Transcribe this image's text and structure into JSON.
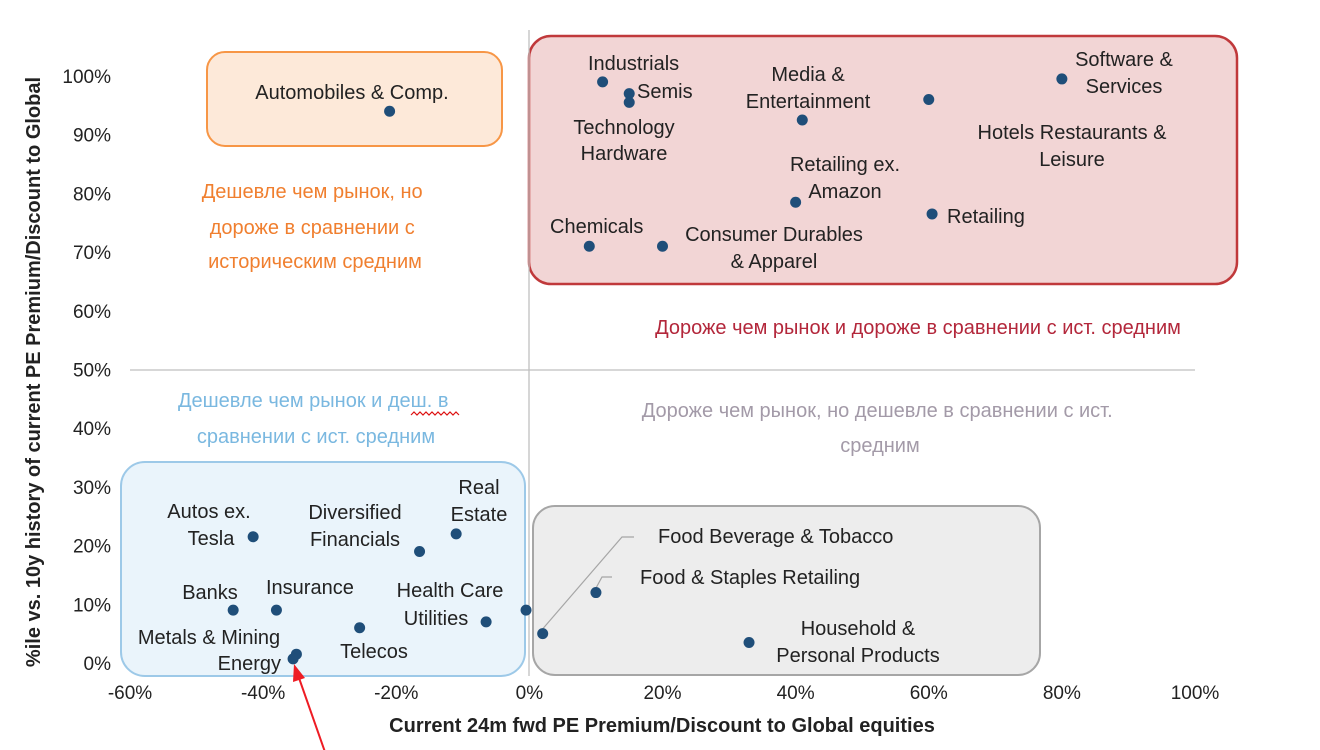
{
  "colors": {
    "point": "#1f4e79",
    "divider": "#bfbfbf",
    "orange_box_fill": "#fde9d9",
    "orange_box_stroke": "#f79646",
    "orange_text": "#f07f2f",
    "red_box_fill": "#f2d5d5",
    "red_box_stroke": "#c0393b",
    "red_text": "#b3273b",
    "blue_box_fill": "#eaf4fb",
    "blue_box_stroke": "#9dc9e8",
    "blue_text": "#7ab8e0",
    "grey_box_fill": "#ededed",
    "grey_box_stroke": "#a6a6a6",
    "grey_text": "#a39aa8",
    "arrow": "#ee1c24"
  },
  "chart_data": {
    "type": "scatter",
    "xlabel": "Current 24m fwd PE Premium/Discount to Global equities",
    "ylabel": "%ile vs. 10y history of current PE Premium/Discount to Global",
    "xlim": [
      -60,
      100
    ],
    "ylim": [
      0,
      100
    ],
    "x_divider": 0,
    "y_divider": 50,
    "xticks": [
      "-60%",
      "-40%",
      "-20%",
      "0%",
      "20%",
      "40%",
      "60%",
      "80%",
      "100%"
    ],
    "yticks": [
      "0%",
      "10%",
      "20%",
      "30%",
      "40%",
      "50%",
      "60%",
      "70%",
      "80%",
      "90%",
      "100%"
    ],
    "grid": false,
    "points": [
      {
        "label": "Automobiles & Comp.",
        "x": -21,
        "y": 94
      },
      {
        "label": "Industrials",
        "x": 11,
        "y": 99
      },
      {
        "label": "Semis",
        "x": 15,
        "y": 97
      },
      {
        "label": "Technology Hardware",
        "x": 15,
        "y": 95.5
      },
      {
        "label": "Media & Entertainment",
        "x": 41,
        "y": 92.5
      },
      {
        "label": "Software & Services",
        "x": 80,
        "y": 99.5
      },
      {
        "label": "Hotels Restaurants & Leisure",
        "x": 60,
        "y": 96
      },
      {
        "label": "Retailing ex. Amazon",
        "x": 40,
        "y": 78.5
      },
      {
        "label": "Retailing",
        "x": 60.5,
        "y": 76.5
      },
      {
        "label": "Chemicals",
        "x": 9,
        "y": 71
      },
      {
        "label": "Consumer Durables & Apparel",
        "x": 20,
        "y": 71
      },
      {
        "label": "Autos ex. Tesla",
        "x": -41.5,
        "y": 21.5
      },
      {
        "label": "Diversified Financials",
        "x": -16.5,
        "y": 19
      },
      {
        "label": "Real Estate",
        "x": -11,
        "y": 22
      },
      {
        "label": "Banks",
        "x": -44.5,
        "y": 9
      },
      {
        "label": "Insurance",
        "x": -38,
        "y": 9
      },
      {
        "label": "Health Care",
        "x": -0.5,
        "y": 9
      },
      {
        "label": "Utilities",
        "x": -6.5,
        "y": 7
      },
      {
        "label": "Telecos",
        "x": -25.5,
        "y": 6
      },
      {
        "label": "Metals & Mining",
        "x": -35,
        "y": 1.5
      },
      {
        "label": "Energy",
        "x": -35.5,
        "y": 0.7
      },
      {
        "label": "Food Beverage & Tobacco",
        "x": 2,
        "y": 5
      },
      {
        "label": "Food & Staples Retailing",
        "x": 10,
        "y": 12
      },
      {
        "label": "Household & Personal Products",
        "x": 33,
        "y": 3.5
      }
    ],
    "quadrant_labels": {
      "top_left": [
        "Дешевле чем рынок, но",
        "дороже в сравнении с",
        "историческим средним"
      ],
      "top_right": [
        "Дороже чем рынок и дороже в сравнении с ист. средним"
      ],
      "bottom_left": [
        "Дешевле чем рынок и деш. в",
        "сравнении с ист. средним"
      ],
      "bottom_right": [
        "Дороже чем рынок, но дешевле в сравнении с ист.",
        "средним"
      ]
    }
  }
}
